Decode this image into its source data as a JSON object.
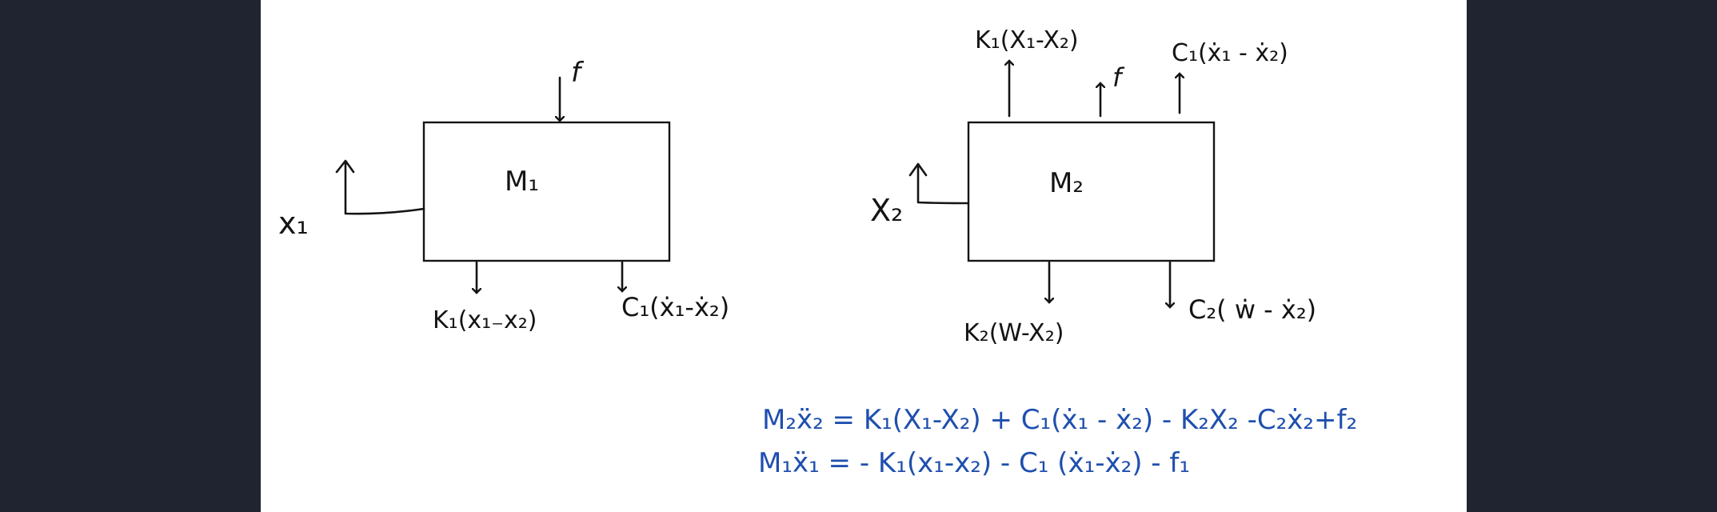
{
  "colors": {
    "background": "#1f2430",
    "page": "#ffffff",
    "ink": "#141414",
    "blue_ink": "#1f4fae"
  },
  "left": {
    "mass": "M₁",
    "force": "f",
    "disp": "x₁",
    "spring": "K₁(x₁₋x₂)",
    "damper": "C₁(ẋ₁-ẋ₂)"
  },
  "right": {
    "mass": "M₂",
    "spring_up": "K₁(X₁-X₂)",
    "force": "f",
    "damper_up": "C₁(ẋ₁ - ẋ₂)",
    "disp": "X₂",
    "spring_down": "K₂(W-X₂)",
    "damper_down": "C₂( ẇ - ẋ₂)"
  },
  "equations": {
    "eq1": "M₂ẍ₂ = K₁(X₁-X₂) + C₁(ẋ₁ - ẋ₂) - K₂X₂ -C₂ẋ₂+f₂",
    "eq2": "M₁ẍ₁ = - K₁(x₁-x₂) - C₁ (ẋ₁-ẋ₂) - f₁"
  }
}
